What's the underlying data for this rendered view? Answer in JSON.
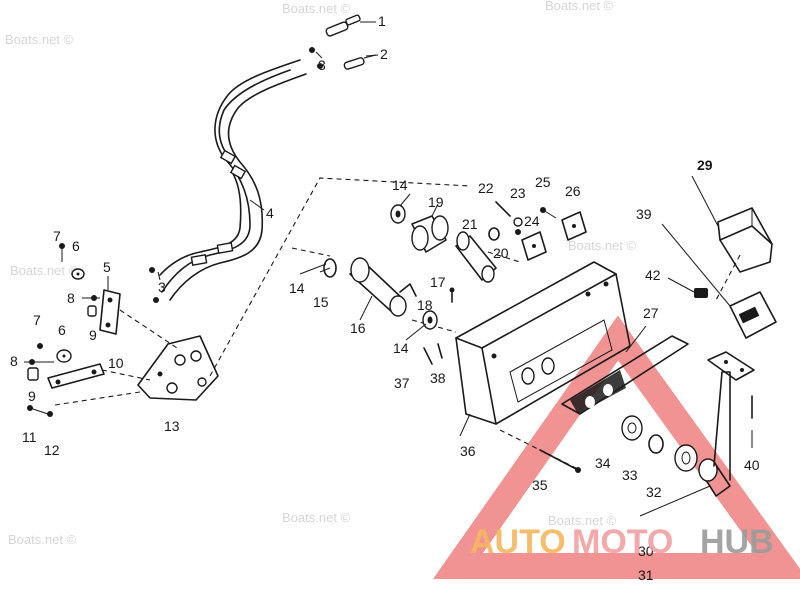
{
  "watermark": "Boats.net ©",
  "logo": {
    "part1": "AUTO",
    "part2": "MOTO",
    "part3": "HUB"
  },
  "callouts": [
    {
      "id": "c1",
      "text": "1"
    },
    {
      "id": "c2",
      "text": "2"
    },
    {
      "id": "c3a",
      "text": "3"
    },
    {
      "id": "c3b",
      "text": "3"
    },
    {
      "id": "c4",
      "text": "4"
    },
    {
      "id": "c5",
      "text": "5"
    },
    {
      "id": "c6a",
      "text": "6"
    },
    {
      "id": "c6b",
      "text": "6"
    },
    {
      "id": "c7a",
      "text": "7"
    },
    {
      "id": "c7b",
      "text": "7"
    },
    {
      "id": "c8a",
      "text": "8"
    },
    {
      "id": "c8b",
      "text": "8"
    },
    {
      "id": "c9a",
      "text": "9"
    },
    {
      "id": "c9b",
      "text": "9"
    },
    {
      "id": "c10",
      "text": "10"
    },
    {
      "id": "c11",
      "text": "11"
    },
    {
      "id": "c12",
      "text": "12"
    },
    {
      "id": "c13",
      "text": "13"
    },
    {
      "id": "c14a",
      "text": "14"
    },
    {
      "id": "c14b",
      "text": "14"
    },
    {
      "id": "c14c",
      "text": "14"
    },
    {
      "id": "c15",
      "text": "15"
    },
    {
      "id": "c16",
      "text": "16"
    },
    {
      "id": "c17",
      "text": "17"
    },
    {
      "id": "c18",
      "text": "18"
    },
    {
      "id": "c19",
      "text": "19"
    },
    {
      "id": "c20",
      "text": "20"
    },
    {
      "id": "c21",
      "text": "21"
    },
    {
      "id": "c22",
      "text": "22"
    },
    {
      "id": "c23",
      "text": "23"
    },
    {
      "id": "c24",
      "text": "24"
    },
    {
      "id": "c25",
      "text": "25"
    },
    {
      "id": "c26",
      "text": "26"
    },
    {
      "id": "c27",
      "text": "27"
    },
    {
      "id": "c29",
      "text": "29"
    },
    {
      "id": "c30",
      "text": "30"
    },
    {
      "id": "c31",
      "text": "31"
    },
    {
      "id": "c32",
      "text": "32"
    },
    {
      "id": "c33",
      "text": "33"
    },
    {
      "id": "c34",
      "text": "34"
    },
    {
      "id": "c35",
      "text": "35"
    },
    {
      "id": "c36",
      "text": "36"
    },
    {
      "id": "c37",
      "text": "37"
    },
    {
      "id": "c38",
      "text": "38"
    },
    {
      "id": "c39",
      "text": "39"
    },
    {
      "id": "c40",
      "text": "40"
    },
    {
      "id": "c42",
      "text": "42"
    }
  ]
}
